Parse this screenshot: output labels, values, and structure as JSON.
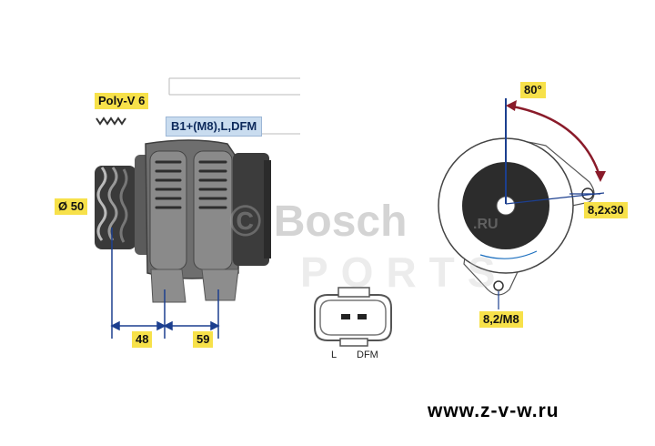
{
  "labels": {
    "poly_v": "Poly-V 6",
    "terminals": "B1+(M8),L,DFM",
    "diameter": "Ø 50",
    "dim_48": "48",
    "dim_59": "59",
    "angle": "80°",
    "bolt": "8,2x30",
    "mount": "8,2/M8",
    "pin_l": "L",
    "pin_dfm": "DFM"
  },
  "watermark": {
    "brand": "© Bosch",
    "domain": ".RU",
    "ports": "PORTS"
  },
  "footer": {
    "url": "www.z-v-w.ru"
  },
  "colors": {
    "label_bg": "#f7e14a",
    "dimension_line": "#1c3f8f",
    "angle_arc": "#8a1b2a",
    "terminal_bg": "#c9dcef"
  }
}
